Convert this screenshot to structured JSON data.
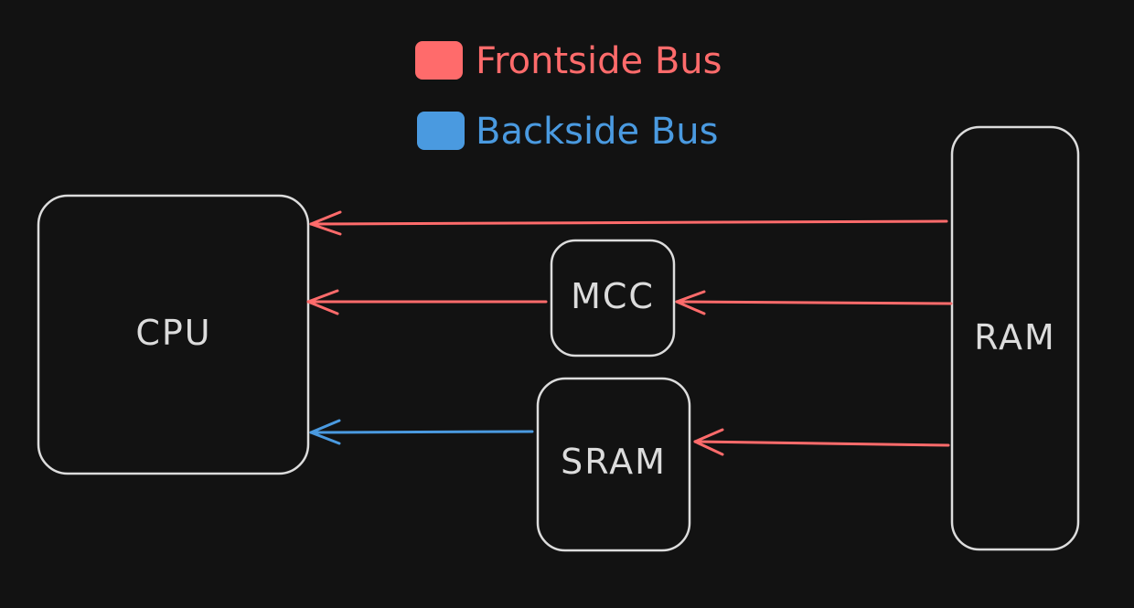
{
  "colors": {
    "background": "#121212",
    "box_stroke": "#dcdcdc",
    "frontside": "#ff6b6b",
    "backside": "#4a9ae0"
  },
  "legend": [
    {
      "label": "Frontside Bus",
      "color": "#ff6b6b"
    },
    {
      "label": "Backside Bus",
      "color": "#4a9ae0"
    }
  ],
  "nodes": {
    "cpu": "CPU",
    "mcc": "MCC",
    "sram": "SRAM",
    "ram": "RAM"
  },
  "edges": [
    {
      "from": "RAM",
      "to": "CPU",
      "bus": "frontside"
    },
    {
      "from": "RAM",
      "to": "MCC",
      "bus": "frontside"
    },
    {
      "from": "MCC",
      "to": "CPU",
      "bus": "frontside"
    },
    {
      "from": "RAM",
      "to": "SRAM",
      "bus": "frontside"
    },
    {
      "from": "SRAM",
      "to": "CPU",
      "bus": "backside"
    }
  ]
}
